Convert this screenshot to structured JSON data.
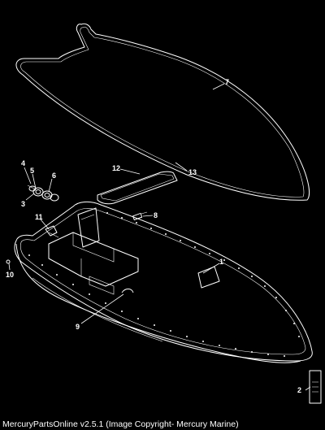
{
  "diagram": {
    "callouts": [
      {
        "id": "c7",
        "label": "7"
      },
      {
        "id": "c12",
        "label": "12"
      },
      {
        "id": "c13",
        "label": "13"
      },
      {
        "id": "c4",
        "label": "4"
      },
      {
        "id": "c5",
        "label": "5"
      },
      {
        "id": "c6",
        "label": "6"
      },
      {
        "id": "c3",
        "label": "3"
      },
      {
        "id": "c8",
        "label": "8"
      },
      {
        "id": "c11",
        "label": "11"
      },
      {
        "id": "c1",
        "label": "1"
      },
      {
        "id": "c10",
        "label": "10"
      },
      {
        "id": "c9",
        "label": "9"
      },
      {
        "id": "c2",
        "label": "2"
      }
    ]
  },
  "footer": {
    "text": "MercuryPartsOnline v2.5.1 (Image Copyright- Mercury Marine)"
  }
}
